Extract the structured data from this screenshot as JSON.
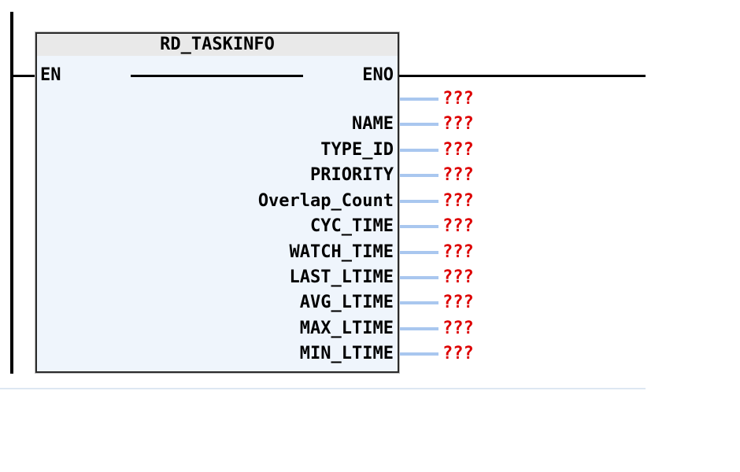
{
  "editor": {
    "block": {
      "title": "RD_TASKINFO",
      "en_label": "EN",
      "eno_label": "ENO",
      "outputs": [
        {
          "label": "",
          "value": "???"
        },
        {
          "label": "NAME",
          "value": "???"
        },
        {
          "label": "TYPE_ID",
          "value": "???"
        },
        {
          "label": "PRIORITY",
          "value": "???"
        },
        {
          "label": "Overlap_Count",
          "value": "???"
        },
        {
          "label": "CYC_TIME",
          "value": "???"
        },
        {
          "label": "WATCH_TIME",
          "value": "???"
        },
        {
          "label": "LAST_LTIME",
          "value": "???"
        },
        {
          "label": "AVG_LTIME",
          "value": "???"
        },
        {
          "label": "MAX_LTIME",
          "value": "???"
        },
        {
          "label": "MIN_LTIME",
          "value": "???"
        }
      ]
    },
    "colors": {
      "block_body": "#eff5fc",
      "block_titlebar": "#e9e9e9",
      "block_border": "#2b2b2b",
      "wire": "#000000",
      "output_wire": "#a9c7ef",
      "value_text": "#dd0000",
      "network_separator": "#dde7f2"
    }
  }
}
